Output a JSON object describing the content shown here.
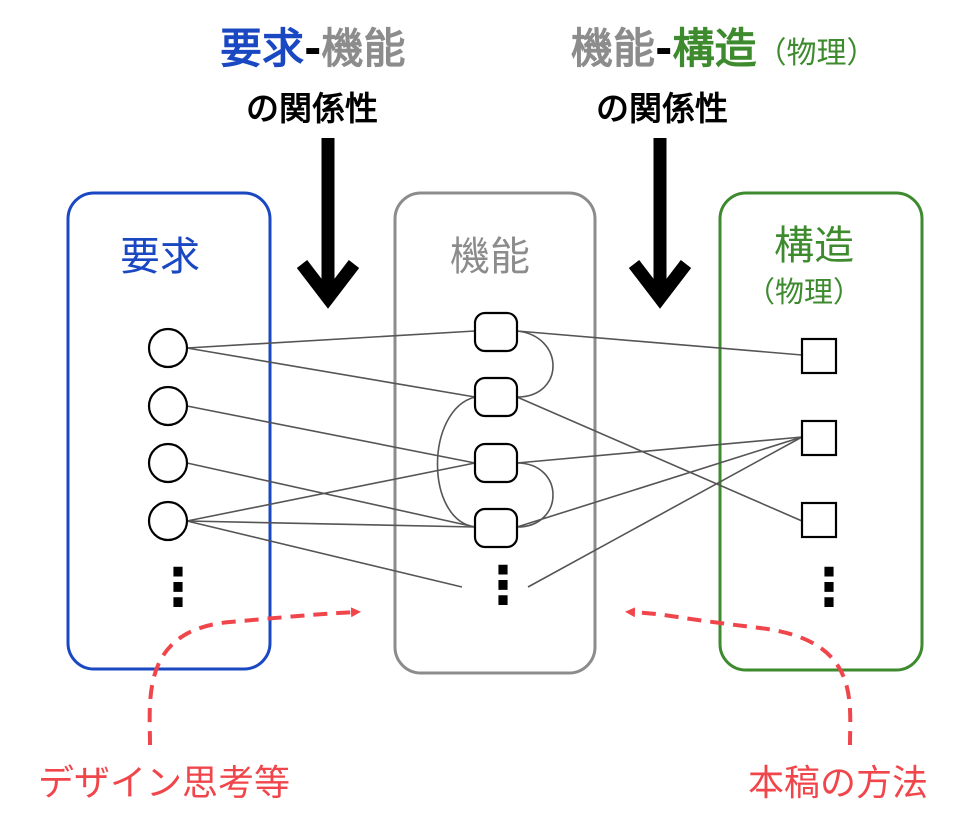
{
  "headers": {
    "left": {
      "part1": "要求",
      "sep": "-",
      "part2": "機能",
      "sub": "の関係性"
    },
    "right": {
      "part1": "機能",
      "sep": "-",
      "part2": "構造",
      "part3": "（物理）",
      "sub": "の関係性"
    }
  },
  "boxes": {
    "requirements": {
      "title": "要求"
    },
    "functions": {
      "title": "機能"
    },
    "structure": {
      "title": "構造",
      "subtitle": "（物理）"
    }
  },
  "notes": {
    "left": "デザイン思考等",
    "right": "本稿の方法"
  },
  "colors": {
    "requirements": "#1a47c2",
    "functions": "#8c8c8c",
    "structure": "#3e8a2e",
    "annotation": "#f0464b",
    "links": "#555555"
  },
  "ellipsis": "⋮"
}
